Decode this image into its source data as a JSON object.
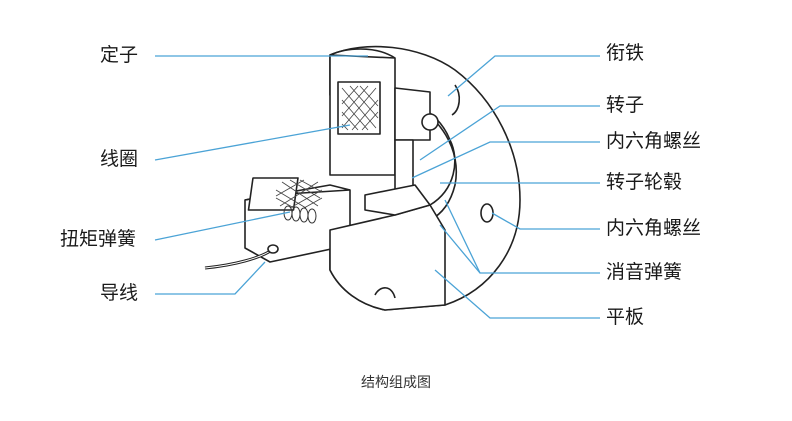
{
  "labels": {
    "stator": "定子",
    "coil": "线圈",
    "torsion_spring": "扭矩弹簧",
    "lead_wire": "导线",
    "armature": "衔铁",
    "rotor": "转子",
    "hex_screw_upper": "内六角螺丝",
    "rotor_hub": "转子轮毂",
    "hex_screw_lower": "内六角螺丝",
    "silencer_spring": "消音弹簧",
    "plate": "平板"
  },
  "caption": "结构组成图",
  "colors": {
    "leader": "#4ba3d6",
    "outline": "#222222",
    "text": "#1a1a1a"
  }
}
